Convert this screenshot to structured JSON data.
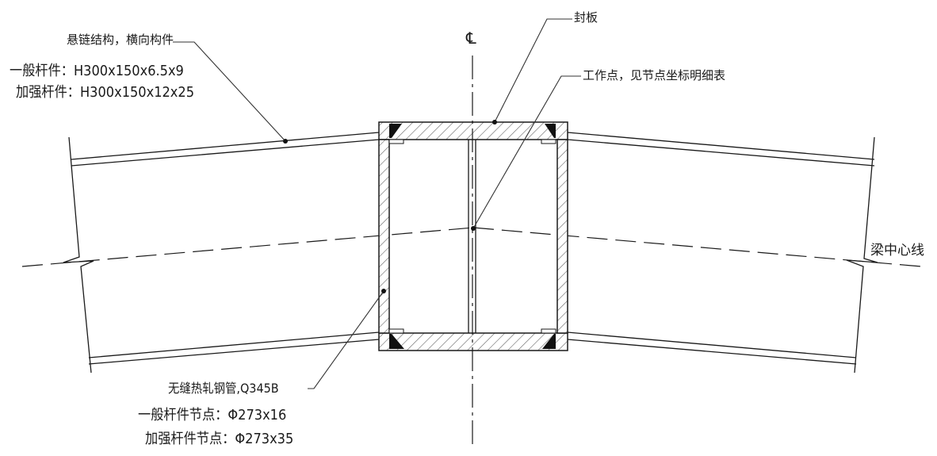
{
  "drawing": {
    "type": "steel joint detail",
    "centerline_symbol": "℄",
    "labels": {
      "catenary_member": "悬链结构，横向构件",
      "general_member": "一般杆件：H300x150x6.5x9",
      "reinforced_member": "加强杆件：H300x150x12x25",
      "cover_plate": "封板",
      "work_point": "工作点，见节点坐标明细表",
      "beam_centerline": "梁中心线",
      "seamless_tube": "无缝热轧钢管,Q345B",
      "general_node": "一般杆件节点：Φ273x16",
      "reinforced_node": "加强杆件节点：Φ273x35"
    },
    "colors": {
      "line": "#1a1a1a",
      "hatch": "#555555",
      "background": "#ffffff"
    }
  }
}
